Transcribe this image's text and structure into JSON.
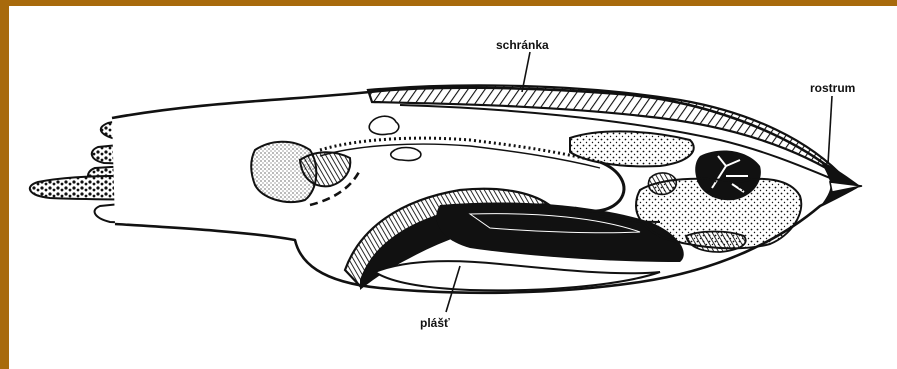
{
  "colors": {
    "frame": "#a86a0c",
    "ink": "#111111",
    "paper": "#ffffff"
  },
  "labels": {
    "shell": "schránka",
    "rostrum": "rostrum",
    "mantle": "plášť"
  }
}
